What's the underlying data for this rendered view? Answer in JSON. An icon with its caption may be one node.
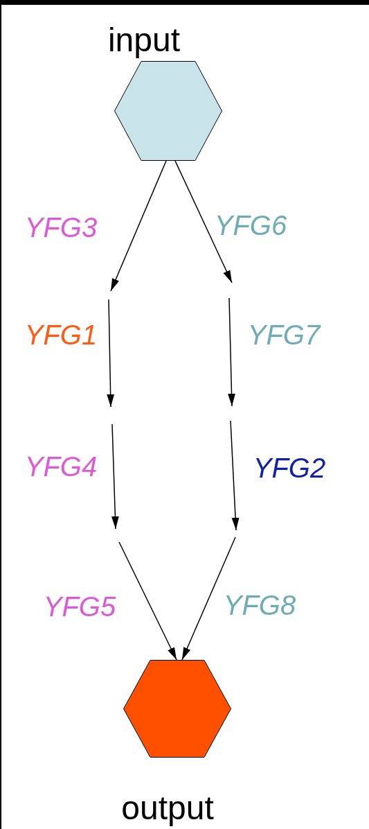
{
  "diagram": {
    "nodes": [
      {
        "text": [
          "input"
        ]
      },
      {
        "text": [
          "output"
        ]
      }
    ],
    "edges": [
      {
        "from": 0,
        "to": null,
        "arrow": "to",
        "label": "YFG3"
      },
      {
        "from": 0,
        "to": null,
        "arrow": "to",
        "label": "YFG6"
      },
      {
        "from": null,
        "to": 1,
        "arrow": "to",
        "label": "YFG5"
      },
      {
        "from": null,
        "to": 1,
        "arrow": "to",
        "label": "YFG8"
      }
    ],
    "labels": [
      "YFG1",
      "YFG7",
      "YFG4",
      "YFG2"
    ]
  }
}
